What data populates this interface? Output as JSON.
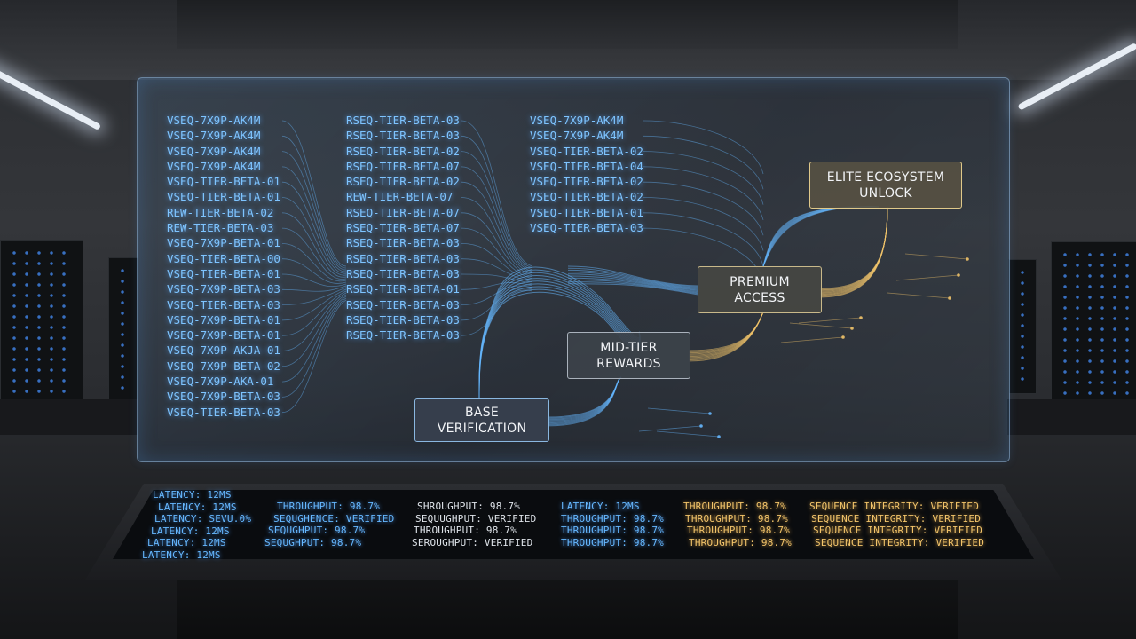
{
  "left_sequences": [
    "VSEQ-7X9P-AK4M",
    "VSEQ-7X9P-AK4M",
    "VSEQ-7X9P-AK4M",
    "VSEQ-7X9P-AK4M",
    "VSEQ-TIER-BETA-01",
    "VSEQ-TIER-BETA-01",
    "REW-TIER-BETA-02",
    "REW-TIER-BETA-03",
    "VSEQ-7X9P-BETA-01",
    "VSEQ-TIER-BETA-00",
    "VSEQ-TIER-BETA-01",
    "VSEQ-7X9P-BETA-03",
    "VSEQ-TIER-BETA-03",
    "VSEQ-7X9P-BETA-01",
    "VSEQ-7X9P-BETA-01",
    "VSEQ-7X9P-AKJA-01",
    "VSEQ-7X9P-BETA-02",
    "VSEQ-7X9P-AKA-01",
    "VSEQ-7X9P-BETA-03",
    "VSEQ-TIER-BETA-03"
  ],
  "middle_sequences": [
    "RSEQ-TIER-BETA-03",
    "RSEQ-TIER-BETA-03",
    "RSEQ-TIER-BETA-02",
    "RSEQ-TIER-BETA-07",
    "RSEQ-TIER-BETA-02",
    "REW-TIER-BETA-07",
    "RSEQ-TIER-BETA-07",
    "RSEQ-TIER-BETA-07",
    "RSEQ-TIER-BETA-03",
    "RSEQ-TIER-BETA-03",
    "RSEQ-TIER-BETA-03",
    "RSEQ-TIER-BETA-01",
    "RSEQ-TIER-BETA-03",
    "RSEQ-TIER-BETA-03",
    "RSEQ-TIER-BETA-03"
  ],
  "right_sequences": [
    "VSEQ-7X9P-AK4M",
    "VSEQ-7X9P-AK4M",
    "VSEQ-TIER-BETA-02",
    "VSEQ-TIER-BETA-04",
    "VSEQ-TIER-BETA-02",
    "VSEQ-TIER-BETA-02",
    "VSEQ-TIER-BETA-01",
    "VSEQ-TIER-BETA-03"
  ],
  "tiers": {
    "base": [
      "BASE",
      "VERIFICATION"
    ],
    "mid": [
      "MID-TIER",
      "REWARDS"
    ],
    "premium": [
      "PREMIUM",
      "ACCESS"
    ],
    "elite": [
      "ELITE ECOSYSTEM",
      "UNLOCK"
    ]
  },
  "console": {
    "c1": [
      "LATENCY: 12MS",
      "LATENCY: 12MS",
      "LATENCY: SEVU.0%",
      "LATENCY: 12MS",
      "LATENCY: 12MS",
      "LATENCY: 12MS"
    ],
    "c2": [
      "THROUGHPUT: 98.7%",
      "SEQUGHENCE: VERIFIED",
      "SEQUGHPUT: 98.7%",
      "SEQUGHPUT: 98.7%"
    ],
    "c3": [
      "SHROUGHPUT: 98.7%",
      "SEQUUGHPUT: VERIFIED",
      "THROUGHPUT: 98.7%",
      "SEROUGHPUT: VERIFIED"
    ],
    "c4": [
      "LATENCY: 12MS",
      "THROUGHPUT: 98.7%",
      "THROUGHPUT: 98.7%",
      "THROUGHPUT: 98.7%"
    ],
    "c5": [
      "THROUGHPUT: 98.7%",
      "THROUGHPUT: 98.7%",
      "THROUGHPUT: 98.7%",
      "THROUGHPUT: 98.7%"
    ],
    "c6": [
      "SEQUENCE INTEGRITY: VERIFIED",
      "SEQUENCE INTEGRITY: VERIFIED",
      "SEQUENCE INTEGRITY: VERIFIED",
      "SEQUENCE INTEGRITY: VERIFIED"
    ]
  },
  "colors": {
    "blue": "#66b8ff",
    "gold": "#f2c46a",
    "panel_edge": "#96bee6"
  }
}
